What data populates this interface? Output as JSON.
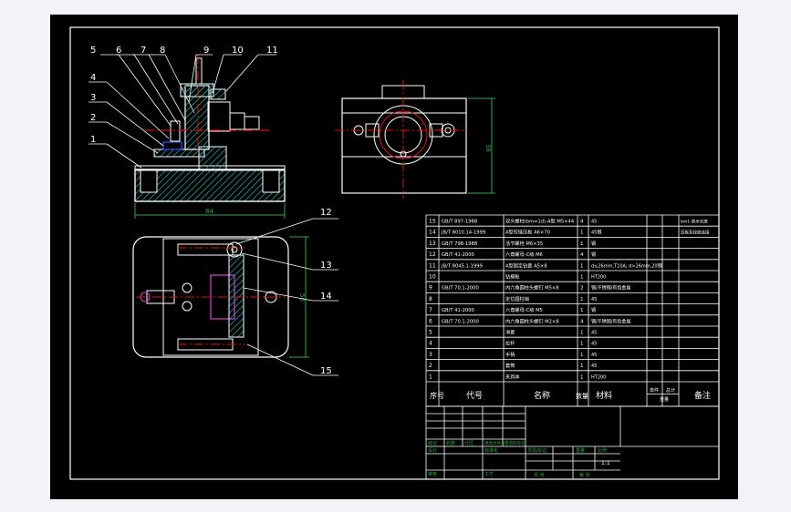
{
  "colors": {
    "background": "#000000",
    "outline": "#ffffff",
    "hatch": "#1aa39b",
    "center_line": "#e01010",
    "dimension": "#2ea84a",
    "part_blue": "#2b55ff",
    "part_magenta": "#e03cdc"
  },
  "balloons_top": [
    "5",
    "6",
    "7",
    "8",
    "9",
    "10",
    "11"
  ],
  "balloons_left": [
    "4",
    "3",
    "2",
    "1"
  ],
  "balloons_right": [
    "12",
    "13",
    "14",
    "15"
  ],
  "dims": {
    "front_width": "84",
    "side_height": "38",
    "plan_height": "56"
  },
  "bom": {
    "rows": [
      {
        "no": "15",
        "code": "GB/T 897-1988",
        "name": "双头螺柱(bm=1d)-A型 M5×44",
        "qty": "4",
        "material": "45",
        "note": "bm1-表示长度"
      },
      {
        "no": "14",
        "code": "JB/T 8010.14-1999",
        "name": "A型铰链压板 A6×70",
        "qty": "1",
        "material": "45钢",
        "note": "压板及铰链连接"
      },
      {
        "no": "13",
        "code": "GB/T 798-1988",
        "name": "活节螺栓 M6×35",
        "qty": "1",
        "material": "钢",
        "note": ""
      },
      {
        "no": "12",
        "code": "GB/T 41-2000",
        "name": "六角螺母-C级 M6",
        "qty": "4",
        "material": "钢",
        "note": ""
      },
      {
        "no": "11",
        "code": "JB/T 8045.1-1999",
        "name": "A型固定钻套 A5×8",
        "qty": "1",
        "material": "d≤26mm,T10A; d>26mm,20钢",
        "note": ""
      },
      {
        "no": "10",
        "code": "",
        "name": "钻模板",
        "qty": "1",
        "material": "HT200",
        "note": ""
      },
      {
        "no": "9",
        "code": "GB/T 70.1-2000",
        "name": "内六角圆柱头螺钉 M5×8",
        "qty": "2",
        "material": "钢/不锈钢/有色金属",
        "note": ""
      },
      {
        "no": "8",
        "code": "",
        "name": "定位圆柱销",
        "qty": "1",
        "material": "45",
        "note": ""
      },
      {
        "no": "7",
        "code": "GB/T 41-2000",
        "name": "六角螺母-C级 M5",
        "qty": "1",
        "material": "钢",
        "note": ""
      },
      {
        "no": "6",
        "code": "GB/T 70.1-2000",
        "name": "内六角圆柱头螺钉 M2×8",
        "qty": "4",
        "material": "钢/不锈钢/有色金属",
        "note": ""
      },
      {
        "no": "5",
        "code": "",
        "name": "滑套",
        "qty": "1",
        "material": "45",
        "note": ""
      },
      {
        "no": "4",
        "code": "",
        "name": "拉杆",
        "qty": "1",
        "material": "45",
        "note": ""
      },
      {
        "no": "3",
        "code": "",
        "name": "手柄",
        "qty": "1",
        "material": "45",
        "note": ""
      },
      {
        "no": "2",
        "code": "",
        "name": "套筒",
        "qty": "1",
        "material": "45",
        "note": ""
      },
      {
        "no": "1",
        "code": "",
        "name": "夹具体",
        "qty": "1",
        "material": "HT200",
        "note": ""
      }
    ],
    "header": {
      "no": "序号",
      "code": "代号",
      "name": "名称",
      "qty": "数量",
      "material": "材料",
      "weight_single": "单件",
      "weight_total": "总计",
      "weight": "重量",
      "note": "备注"
    }
  },
  "title_block": {
    "marks": "标记",
    "count": "处数",
    "zone": "分区",
    "change_doc": "更改文件号",
    "sign": "签名",
    "date": "年月日",
    "design": "设计",
    "standardize": "标准化",
    "stage_mark": "阶段标记",
    "weight": "重量",
    "scale": "比例",
    "scale_value": "1:1",
    "review": "审核",
    "process": "工艺",
    "approve": "批准",
    "sheet_total": "共 张",
    "sheet_no": "第 张"
  }
}
